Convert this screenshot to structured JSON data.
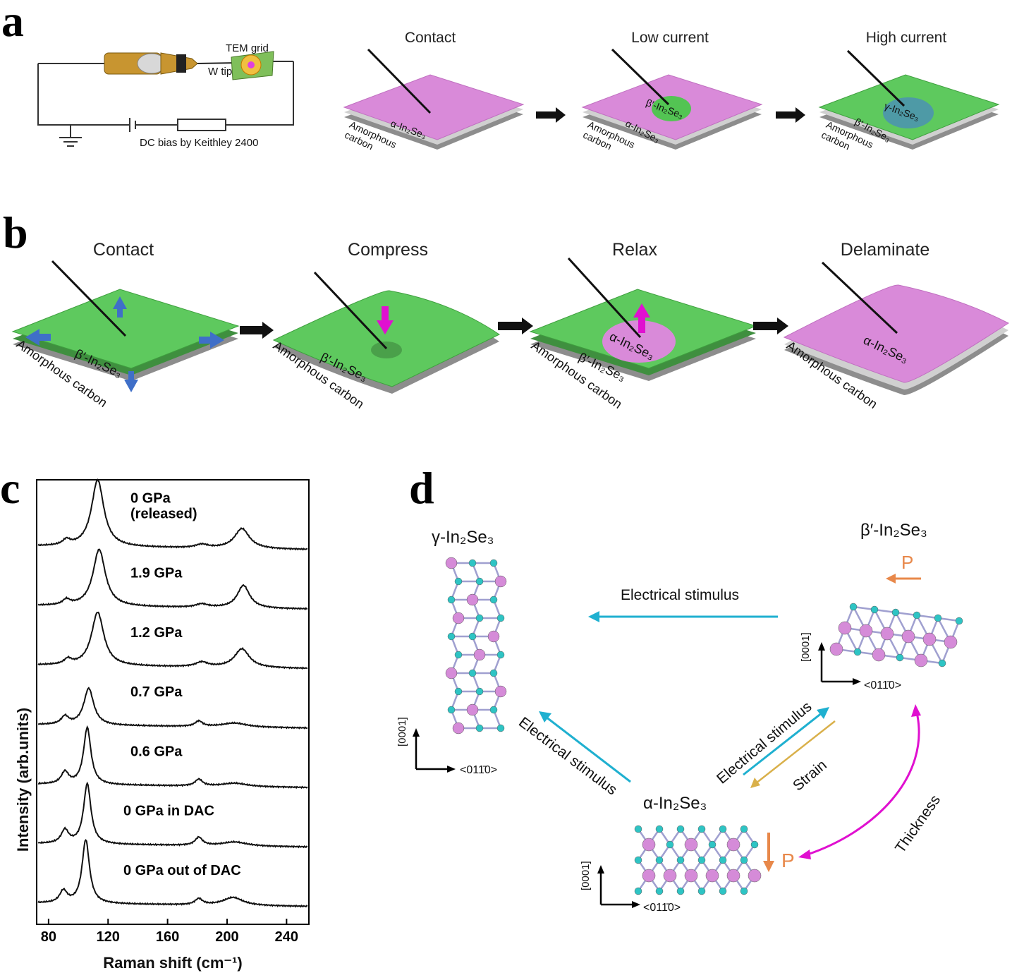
{
  "panels": {
    "a": {
      "letter": "a",
      "circuit": {
        "tem_grid_label": "TEM grid",
        "w_tip_label": "W tip",
        "dc_bias_label": "DC bias by Keithley 2400"
      },
      "stages": [
        {
          "title": "Contact",
          "inner_label": "α-In₂Se₃",
          "substrate_label": "Amorphous carbon",
          "film_color": "#d98ad9"
        },
        {
          "title": "Low current",
          "spot_label": "β′-In₂Se₃",
          "inner_label": "α-In₂Se₃",
          "substrate_label": "Amorphous carbon",
          "film_color": "#d98ad9",
          "spot_color": "#53c453"
        },
        {
          "title": "High current",
          "spot_label": "γ-In₂Se₃",
          "inner_label": "β′-In₂Se₃",
          "substrate_label": "Amorphous carbon",
          "film_color": "#5ec95e",
          "spot_color": "#4a8fb8"
        }
      ]
    },
    "b": {
      "letter": "b",
      "stages": [
        {
          "title": "Contact",
          "inner_label": "β′-In₂Se₃",
          "substrate_label": "Amorphous carbon",
          "film_color": "#5ec95e"
        },
        {
          "title": "Compress",
          "inner_label": "β′-In₂Se₃",
          "substrate_label": "Amorphous carbon",
          "film_color": "#5ec95e"
        },
        {
          "title": "Relax",
          "spot_label": "α-In₂Se₃",
          "inner_label": "β′-In₂Se₃",
          "substrate_label": "Amorphous carbon",
          "film_color": "#5ec95e",
          "spot_color": "#d98ad9"
        },
        {
          "title": "Delaminate",
          "inner_label": "α-In₂Se₃",
          "substrate_label": "Amorphous carbon",
          "film_color": "#d98ad9"
        }
      ],
      "arrow_colors": {
        "strain": "#3f6fc8",
        "compress": "#e010d0"
      }
    },
    "c": {
      "letter": "c"
    },
    "d": {
      "letter": "d",
      "phases": {
        "gamma": {
          "label": "γ-In₂Se₃",
          "axis_v": "[0001]",
          "axis_h": "<011̄0>"
        },
        "beta": {
          "label": "β′-In₂Se₃",
          "polarization": "P",
          "axis_v": "[0001]",
          "axis_h": "<011̄0>"
        },
        "alpha": {
          "label": "α-In₂Se₃",
          "polarization": "P",
          "axis_v": "[0001]",
          "axis_h": "<011̄0>"
        }
      },
      "transitions": [
        {
          "label": "Electrical stimulus",
          "from": "β′",
          "to": "γ",
          "color": "#1fb0d0"
        },
        {
          "label": "Electrical stimulus",
          "from": "α",
          "to": "γ",
          "color": "#1fb0d0"
        },
        {
          "label": "Electrical stimulus",
          "from": "α",
          "to": "β′",
          "color": "#1fb0d0"
        },
        {
          "label": "Strain",
          "from": "β′",
          "to": "α",
          "color": "#d9b04a"
        },
        {
          "label": "Thickness",
          "from": "α",
          "to": "β′",
          "color": "#e010d0"
        }
      ],
      "atom_colors": {
        "in": "#d58bd8",
        "se": "#2ec4c4"
      },
      "polarization_color": "#e8884a"
    }
  },
  "chart_data": {
    "type": "line",
    "xlabel": "Raman shift (cm⁻¹)",
    "ylabel": "Intensity (arb.units)",
    "xlim": [
      72,
      255
    ],
    "xticks": [
      80,
      120,
      160,
      200,
      240
    ],
    "series": [
      {
        "name": "0 GPa (released)",
        "label_lines": [
          "0 GPa",
          "(released)"
        ],
        "baseline": 6,
        "peaks": [
          [
            92,
            0.08,
            3
          ],
          [
            113,
            1.0,
            5
          ],
          [
            183,
            0.05,
            5
          ],
          [
            210,
            0.3,
            6
          ]
        ]
      },
      {
        "name": "1.9 GPa",
        "label_lines": [
          "1.9 GPa"
        ],
        "baseline": 5,
        "peaks": [
          [
            92,
            0.08,
            3
          ],
          [
            114,
            0.85,
            5
          ],
          [
            183,
            0.05,
            5
          ],
          [
            211,
            0.34,
            5
          ]
        ]
      },
      {
        "name": "1.2 GPa",
        "label_lines": [
          "1.2 GPa"
        ],
        "baseline": 4,
        "peaks": [
          [
            93,
            0.08,
            3
          ],
          [
            113,
            0.8,
            5
          ],
          [
            183,
            0.07,
            5
          ],
          [
            210,
            0.28,
            6
          ]
        ]
      },
      {
        "name": "0.7 GPa",
        "label_lines": [
          "0.7 GPa"
        ],
        "baseline": 3,
        "peaks": [
          [
            91,
            0.12,
            3
          ],
          [
            107,
            0.55,
            4
          ],
          [
            181,
            0.08,
            3
          ],
          [
            205,
            0.06,
            10
          ]
        ]
      },
      {
        "name": "0.6 GPa",
        "label_lines": [
          "0.6 GPa"
        ],
        "baseline": 2,
        "peaks": [
          [
            91,
            0.18,
            3
          ],
          [
            106,
            0.85,
            3
          ],
          [
            181,
            0.1,
            3
          ],
          [
            205,
            0.05,
            10
          ]
        ]
      },
      {
        "name": "0 GPa in DAC",
        "label_lines": [
          "0 GPa in DAC"
        ],
        "baseline": 1,
        "peaks": [
          [
            91,
            0.2,
            3
          ],
          [
            106,
            0.9,
            3
          ],
          [
            181,
            0.12,
            3
          ],
          [
            205,
            0.06,
            10
          ]
        ]
      },
      {
        "name": "0 GPa out of DAC",
        "label_lines": [
          "0 GPa out of DAC"
        ],
        "baseline": 0,
        "peaks": [
          [
            90,
            0.18,
            3
          ],
          [
            105,
            0.95,
            3
          ],
          [
            181,
            0.09,
            3
          ],
          [
            204,
            0.12,
            8
          ]
        ]
      }
    ]
  }
}
